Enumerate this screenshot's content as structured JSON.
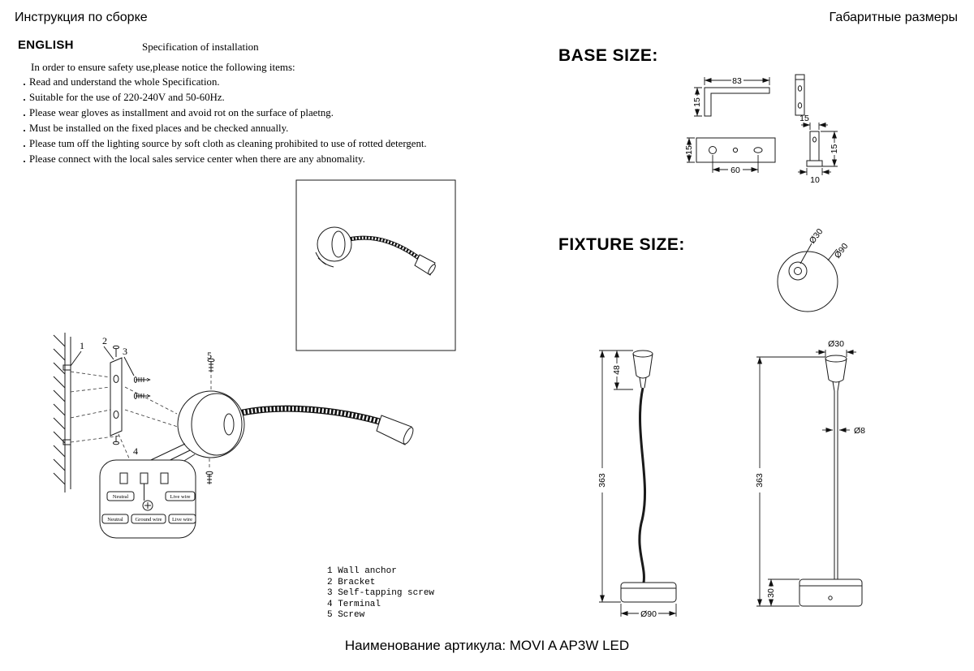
{
  "page": {
    "title_left": "Инструкция по сборке",
    "title_right": "Габаритные размеры",
    "footer": "Наименование артикула: MOVI A AP3W LED"
  },
  "instructions": {
    "language": "ENGLISH",
    "subtitle": "Specification of installation",
    "intro": "In order to ensure safety use,please notice the following items:",
    "bullet": ".",
    "items": [
      "Read and understand the whole Specification.",
      "Suitable for the use of 220-240V and 50-60Hz.",
      "Please wear gloves as installment and avoid rot on the surface of plaetng.",
      "Must be installed on the fixed places and be checked annually.",
      "Please tum off the lighting source by soft cloth as cleaning prohibited to use of rotted detergent.",
      "Please connect with the local sales service center when there are any abnomality."
    ]
  },
  "parts_list": [
    "1 Wall anchor",
    "2 Bracket",
    "3 Self-tapping screw",
    "4 Terminal",
    "5 Screw"
  ],
  "callouts": [
    "1",
    "2",
    "3",
    "4",
    "5"
  ],
  "wiring": {
    "top_left": "Neutral",
    "top_right": "Live wire",
    "bottom_left": "Neutral",
    "bottom_center": "Ground wire",
    "bottom_right": "Live wire"
  },
  "base_size": {
    "title": "BASE SIZE:",
    "side_tab_height": "15",
    "side_length": "83",
    "front_height": "15",
    "front_hole_span": "60",
    "end_top": "15",
    "end_height": "15",
    "end_depth": "10"
  },
  "fixture_size": {
    "title": "FIXTURE SIZE:",
    "top_inner_dia": "Ø30",
    "top_outer_dia": "Ø90",
    "head_height": "48",
    "flex_length": "363",
    "base_dia": "Ø90",
    "head_dia": "Ø30",
    "flex_dia": "Ø8",
    "flex_length_right": "363",
    "base_height": "30"
  }
}
